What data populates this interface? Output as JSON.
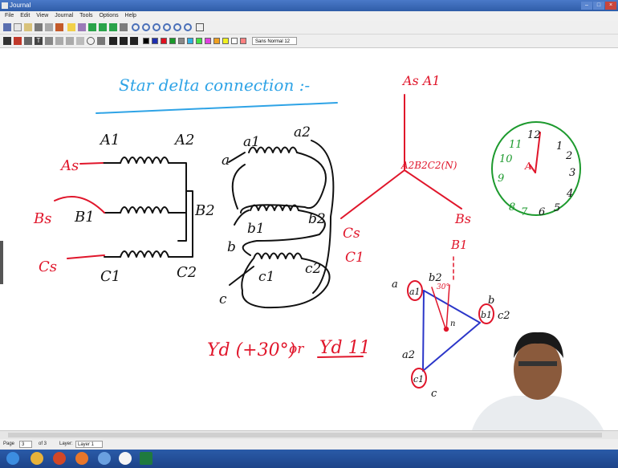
{
  "window": {
    "title": "Journal"
  },
  "menu": [
    "File",
    "Edit",
    "View",
    "Journal",
    "Tools",
    "Options",
    "Help"
  ],
  "toolbar": {
    "pen_style_label": "Sans Normal  12"
  },
  "colors": {
    "ink_black": "#111111",
    "ink_red": "#e0162b",
    "ink_blue": "#2b36c9",
    "ink_cyan": "#2ea3e6",
    "ink_green": "#1d9a2e",
    "titlebar": "#2f5da8",
    "taskbar": "#1d4489"
  },
  "note": {
    "heading": "Star delta connection :-",
    "primary_labels": [
      "A1",
      "A2",
      "As",
      "Bs",
      "B1",
      "B2",
      "Cs",
      "C1",
      "C2"
    ],
    "secondary_labels": [
      "a1",
      "a2",
      "a",
      "b1",
      "b2",
      "b",
      "c1",
      "c2",
      "c"
    ],
    "formula_left": "Yd (+30°)",
    "formula_or": "or",
    "formula_right": "Yd 11",
    "star_labels": {
      "top": "As A1",
      "neutral": "A2B2C2(N)",
      "right": "Bs",
      "right_sub": "B1",
      "left": "Cs",
      "left_sub": "C1"
    },
    "delta_labels": {
      "a": "a",
      "a1": "a1",
      "b2": "b2",
      "b_top": "b",
      "b1": "b1",
      "c2": "c2",
      "a2": "a2",
      "c1": "c1",
      "c": "c",
      "n": "n",
      "angle": "30°"
    },
    "clock_numbers": [
      "12",
      "1",
      "2",
      "3",
      "4",
      "5",
      "6",
      "7",
      "8",
      "9",
      "10",
      "11"
    ],
    "clock_center": "A"
  },
  "status": {
    "page_label": "Page",
    "page_num": "3",
    "page_of": "of 3",
    "layer_label": "Layer:",
    "layer_value": "Layer 1"
  },
  "taskbar_icons": [
    "start-icon",
    "chrome-icon",
    "powerpoint-icon",
    "firefox-icon",
    "journal-icon",
    "media-icon",
    "excel-icon"
  ]
}
